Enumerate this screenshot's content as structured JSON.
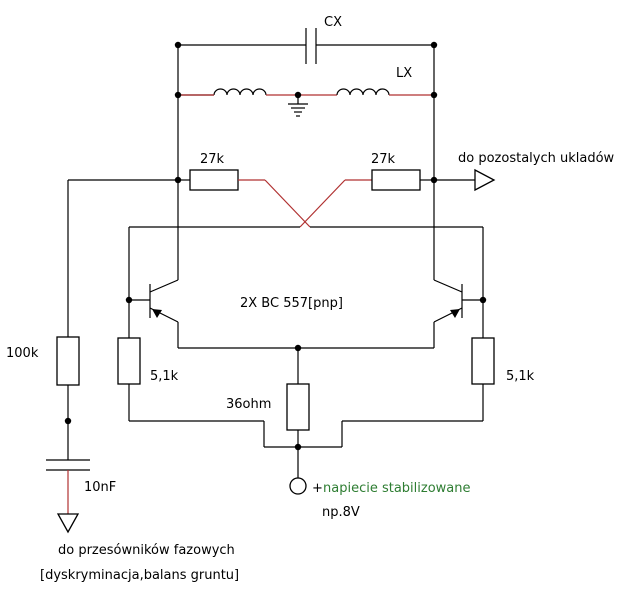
{
  "labels": {
    "cx": "CX",
    "lx": "LX",
    "r27k_left": "27k",
    "r27k_right": "27k",
    "output_label": "do pozostalych ukladów",
    "transistors": "2X BC 557[pnp]",
    "r100k": "100k",
    "r51k_left": "5,1k",
    "r51k_right": "5,1k",
    "r36ohm": "36ohm",
    "c10nf": "10nF",
    "supply_plus": "+",
    "supply": "napiecie stabilizowane",
    "supply_example": "np.8V",
    "phase_line1": "do przesówników fazowych",
    "phase_line2": "[dyskryminacja,balans gruntu]"
  },
  "colors": {
    "wire": "#000000",
    "red_wire": "#b03030",
    "supply_text": "#2e7d32"
  }
}
